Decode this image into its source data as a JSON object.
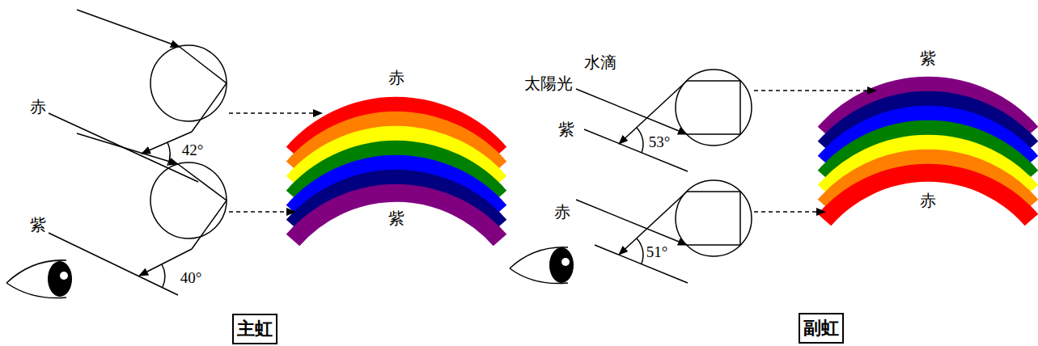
{
  "diagram": {
    "nodes": [
      {
        "text": [
          "主虹"
        ]
      },
      {
        "text": [
          "副虹"
        ]
      }
    ],
    "labels": [
      "赤",
      "42°",
      "紫",
      "40°",
      "赤",
      "紫",
      "水滴",
      "太陽光",
      "紫",
      "53°",
      "赤",
      "51°",
      "紫",
      "赤"
    ]
  }
}
